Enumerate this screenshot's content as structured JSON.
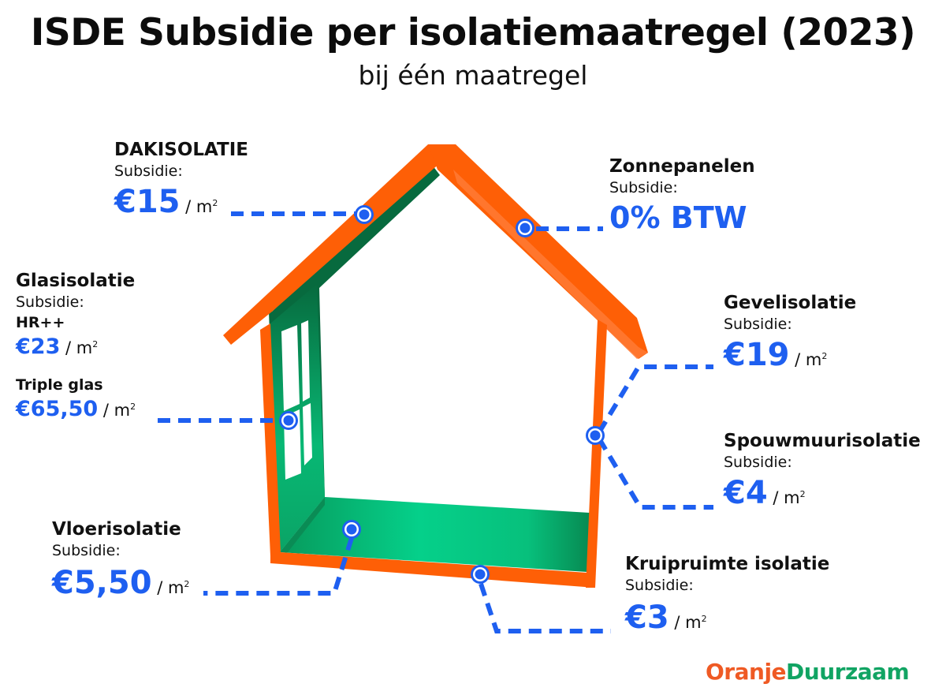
{
  "header": {
    "title": "ISDE Subsidie per isolatiemaatregel (2023)",
    "subtitle": "bij één maatregel"
  },
  "colors": {
    "roof_orange": "#fe5f06",
    "roof_orange_light": "#ff7a35",
    "green_dark": "#076a3e",
    "green_light": "#05d08a",
    "accent_blue": "#1e5ff0",
    "logo_orange": "#ef5a24",
    "logo_green": "#11a463"
  },
  "labels": {
    "dakisolatie": {
      "name": "DAKISOLATIE",
      "sub": "Subsidie:",
      "amount": "€15",
      "unit": " / m",
      "unit_sup": "2"
    },
    "zonnepanelen": {
      "name": "Zonnepanelen",
      "sub": "Subsidie:",
      "amount": "0% BTW"
    },
    "glasisolatie": {
      "name": "Glasisolatie",
      "sub": "Subsidie:",
      "hr_label": "HR++",
      "hr_amount": "€23",
      "hr_unit": " / m",
      "hr_unit_sup": "2",
      "triple_label": "Triple glas",
      "triple_amount": "€65,50",
      "triple_unit": " / m",
      "triple_unit_sup": "2"
    },
    "gevelisolatie": {
      "name": "Gevelisolatie",
      "sub": "Subsidie:",
      "amount": "€19",
      "unit": " / m",
      "unit_sup": "2"
    },
    "spouwmuurisolatie": {
      "name": "Spouwmuurisolatie",
      "sub": "Subsidie:",
      "amount": "€4",
      "unit": " / m",
      "unit_sup": "2"
    },
    "vloerisolatie": {
      "name": "Vloerisolatie",
      "sub": "Subsidie:",
      "amount": "€5,50",
      "unit": " / m",
      "unit_sup": "2"
    },
    "kruipruimte": {
      "name": "Kruipruimte isolatie",
      "sub": "Subsidie:",
      "amount": "€3",
      "unit": " / m",
      "unit_sup": "2"
    }
  },
  "logo": {
    "part1": "Oranje",
    "part2": "Duurzaam"
  }
}
